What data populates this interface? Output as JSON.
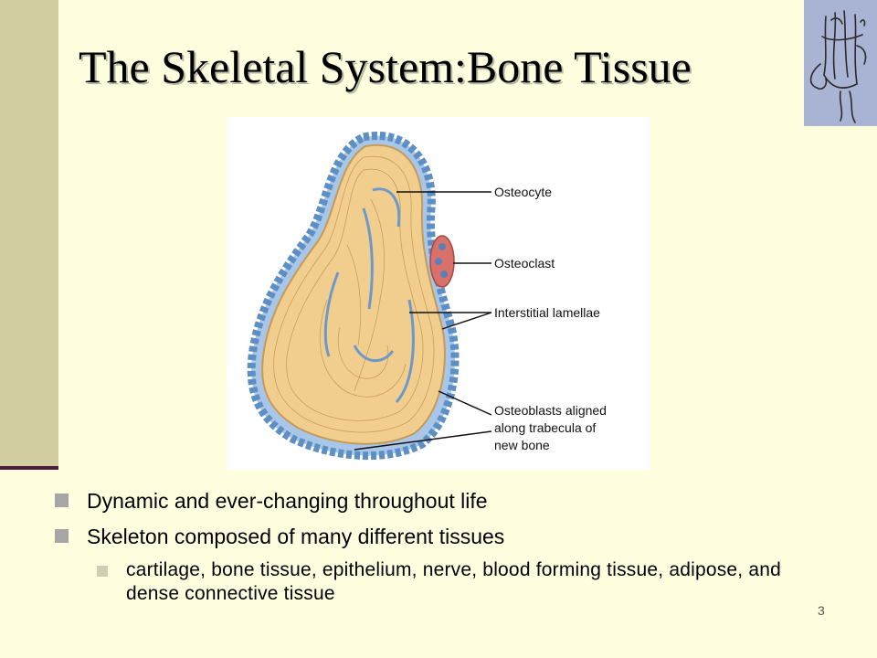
{
  "slide": {
    "title": "The Skeletal System:Bone Tissue",
    "page_number": "3",
    "figure_labels": {
      "osteocyte": "Osteocyte",
      "osteoclast": "Osteoclast",
      "interstitial": "Interstitial lamellae",
      "osteoblasts_line1": "Osteoblasts aligned",
      "osteoblasts_line2": "along trabecula of",
      "osteoblasts_line3": "new bone"
    },
    "bullets": [
      {
        "text": "Dynamic and ever-changing throughout life"
      },
      {
        "text": "Skeleton composed of many different tissues"
      }
    ],
    "sub_bullet": "cartilage, bone tissue, epithelium, nerve, blood forming tissue, adipose, and dense connective tissue"
  },
  "colors": {
    "background": "#FFFFE0",
    "left_bar": "#D2CDA1",
    "logo_bg": "#A9B4D4",
    "bone_fill": "#F2CE8E",
    "osteoblast_blue": "#7FA9D6",
    "osteoclast_red": "#D9716A"
  }
}
